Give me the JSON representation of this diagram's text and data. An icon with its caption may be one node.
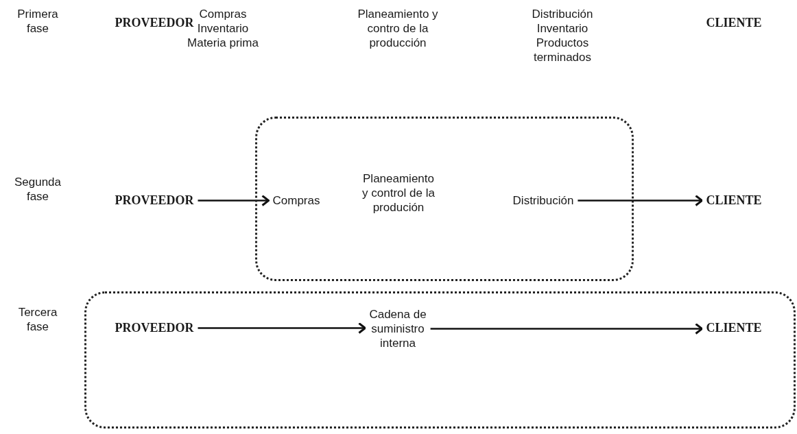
{
  "diagram": {
    "nodes": [
      {
        "text": [
          "PROVEEDOR"
        ]
      },
      {
        "text": [],
        "shape": "box"
      },
      {
        "text": [
          "Compras"
        ],
        "in": 1
      },
      {
        "text": [
          "Planeamiento y control de la produción"
        ],
        "in": 1
      },
      {
        "text": [
          "Distribución"
        ],
        "in": 1
      },
      {
        "text": [
          "CLIENTE"
        ]
      },
      {
        "text": [],
        "shape": "box"
      },
      {
        "text": [
          "PROVEEDOR"
        ],
        "in": 6
      },
      {
        "text": [
          "Cadena de suministro interna"
        ],
        "in": 6
      },
      {
        "text": [
          "CLIENTE"
        ],
        "in": 6
      }
    ],
    "edges": [
      {
        "from": 0,
        "to": 2,
        "arrow": "to"
      },
      {
        "from": 4,
        "to": 5,
        "arrow": "to"
      },
      {
        "from": 7,
        "to": 8,
        "arrow": "to"
      },
      {
        "from": 8,
        "to": 9,
        "arrow": "to"
      }
    ],
    "labels": [
      "Primera fase",
      "PROVEEDOR",
      "Compras Inventario Materia prima",
      "Planeamiento y contro de la producción",
      "Distribución Inventario Productos terminados",
      "CLIENTE",
      "Segunda fase",
      "Tercera fase"
    ]
  }
}
